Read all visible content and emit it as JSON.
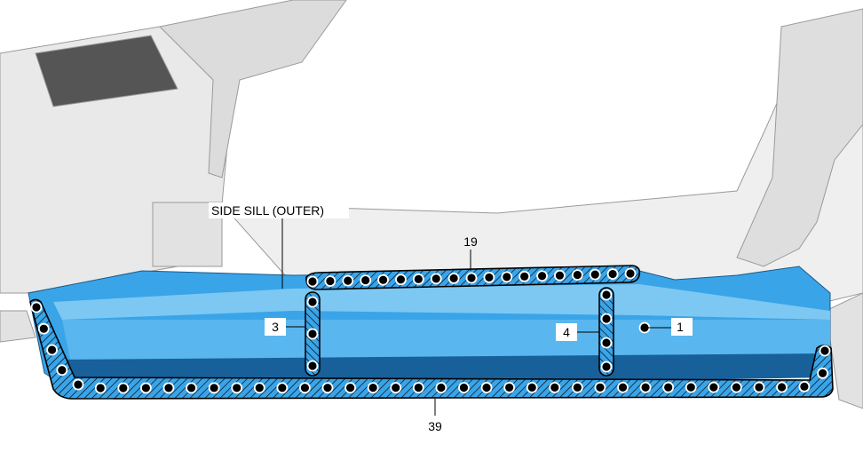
{
  "title": "SIDE SILL (OUTER)",
  "weld_groups": [
    {
      "id": "top",
      "label": "19",
      "count": 19
    },
    {
      "id": "left-vertical",
      "label": "3",
      "count": 3
    },
    {
      "id": "right-vertical",
      "label": "4",
      "count": 4
    },
    {
      "id": "single",
      "label": "1",
      "count": 1
    },
    {
      "id": "bottom",
      "label": "39",
      "count": 39
    }
  ],
  "colors": {
    "panel": "#3aa4e8",
    "panel_dark": "#17609a",
    "panel_light": "#7cc8f2",
    "frame": "#e6e6e6",
    "frame_line": "#9a9a9a"
  }
}
